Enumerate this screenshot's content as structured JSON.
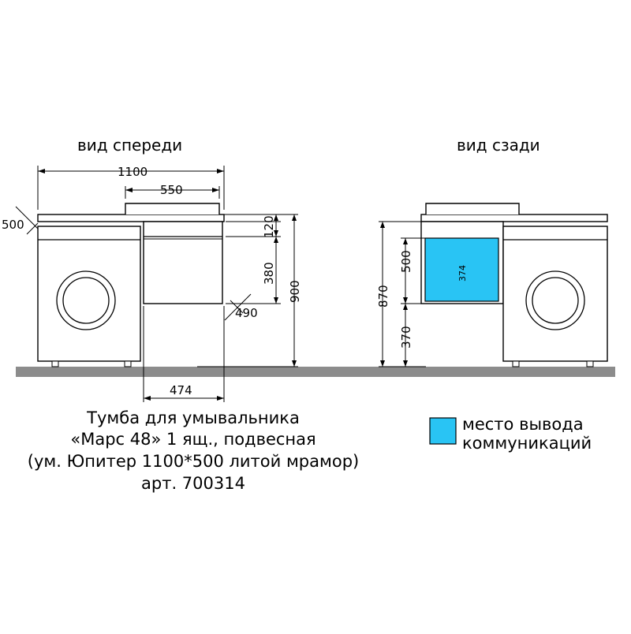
{
  "views": {
    "front_title": "вид спереди",
    "back_title": "вид сзади"
  },
  "dimensions": {
    "front_width": "1100",
    "basin_width": "550",
    "depth": "500",
    "top_height": "120",
    "drawer_height": "380",
    "total_height": "900",
    "drawer_depth": "490",
    "drawer_width": "474",
    "back_open_height": "500",
    "back_open_width": "374",
    "back_height": "870",
    "back_floor_gap": "370"
  },
  "caption": {
    "line1": "Тумба для умывальника",
    "line2": "«Марс 48» 1 ящ., подвесная",
    "line3": "(ум. Юпитер 1100*500 литой мрамор)",
    "line4": "арт. 700314"
  },
  "legend": {
    "line1": "место вывода",
    "line2": "коммуникаций",
    "color": "#29c4f4"
  },
  "colors": {
    "floor": "#8c8c8c",
    "opening": "#29c4f4"
  }
}
